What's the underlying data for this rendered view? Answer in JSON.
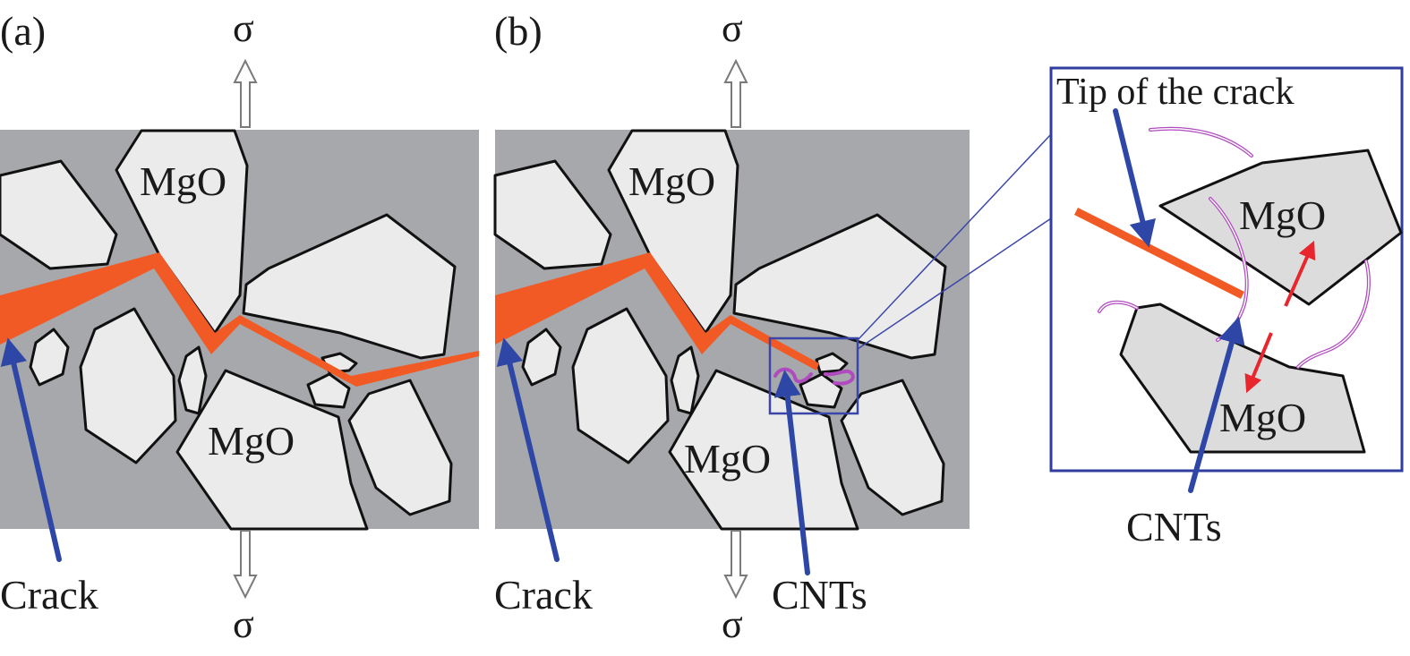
{
  "panels": {
    "a": {
      "tag": "(a)",
      "stress_top": "σ",
      "stress_bottom": "σ",
      "grain_label_top": "MgO",
      "grain_label_bottom": "MgO",
      "crack_label": "Crack"
    },
    "b": {
      "tag": "(b)",
      "stress_top": "σ",
      "stress_bottom": "σ",
      "grain_label_top": "MgO",
      "grain_label_bottom": "MgO",
      "crack_label": "Crack",
      "cnt_label": "CNTs"
    },
    "inset": {
      "tip_label": "Tip of the crack",
      "grain_label_top": "MgO",
      "grain_label_bottom": "MgO",
      "cnt_label": "CNTs"
    }
  },
  "colors": {
    "matrix": "#a7a8ab",
    "grain": "#ebebeb",
    "crack": "#f15a24",
    "pointer_arrow": "#2e47a6",
    "cnt": "#b04bbf",
    "bridging_arrow": "#e8262d"
  }
}
